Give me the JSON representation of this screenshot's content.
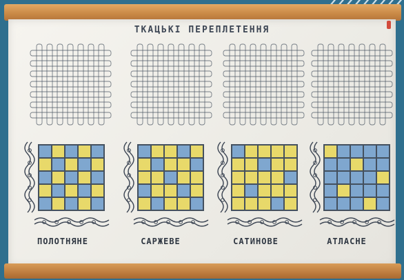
{
  "poster": {
    "title": "ТКАЦЬКІ ПЕРЕПЛЕТЕННЯ",
    "weaves": [
      {
        "label": "ПОЛОТНЯНЕ",
        "pattern": "plain"
      },
      {
        "label": "САРЖЕВЕ",
        "pattern": "twill"
      },
      {
        "label": "САТИНОВЕ",
        "pattern": "satin"
      },
      {
        "label": "АТЛАСНЕ",
        "pattern": "atlas"
      }
    ]
  },
  "colors": {
    "background": "#2f6f8e",
    "board": "#f2f0eb",
    "rod": "#c88845",
    "yellow": "#e8d96a",
    "blue": "#7fa7cf",
    "ink": "#3d4654"
  }
}
